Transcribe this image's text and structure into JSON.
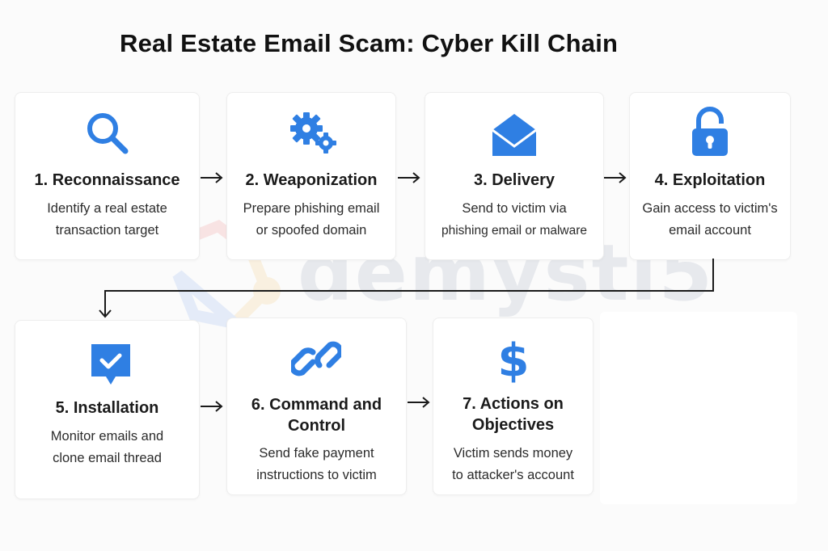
{
  "title": "Real Estate Email Scam: Cyber Kill Chain",
  "watermark": "demysti5",
  "steps": [
    {
      "title": "1. Reconnaissance",
      "desc1": "Identify a real estate",
      "desc2": "transaction target",
      "icon": "search-icon"
    },
    {
      "title": "2. Weaponization",
      "desc1": "Prepare phishing email",
      "desc2": "or spoofed domain",
      "icon": "gears-icon"
    },
    {
      "title": "3. Delivery",
      "desc1": "Send to victim via",
      "desc2": "phishing email or malware",
      "icon": "envelope-icon"
    },
    {
      "title": "4. Exploitation",
      "desc1": "Gain access to victim's",
      "desc2": "email account",
      "icon": "padlock-icon"
    },
    {
      "title": "5. Installation",
      "desc1": "Monitor emails and",
      "desc2": "clone email thread",
      "icon": "chat-check-icon"
    },
    {
      "title1": "6. Command and",
      "title2": "Control",
      "desc1": "Send fake payment",
      "desc2": "instructions to victim",
      "icon": "chain-link-icon"
    },
    {
      "title1": "7. Actions on",
      "title2": "Objectives",
      "desc1": "Victim sends money",
      "desc2": "to attacker's account",
      "icon": "dollar-icon"
    }
  ],
  "colors": {
    "accent": "#2f7fe3",
    "text": "#1b1b1b",
    "arrow": "#1a1a1a"
  }
}
